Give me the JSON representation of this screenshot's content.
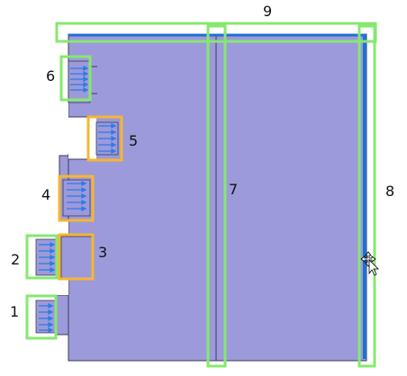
{
  "colors": {
    "body_fill": "#9C9ADB",
    "body_stroke": "#3D3D57",
    "edge_blue": "#1F6FD6",
    "arrow_blue": "#2E7BE6",
    "green_box": "#86E86F",
    "orange_box": "#F5B731"
  },
  "labels": {
    "l1": "1",
    "l2": "2",
    "l3": "3",
    "l4": "4",
    "l5": "5",
    "l6": "6",
    "l7": "7",
    "l8": "8",
    "l9": "9"
  },
  "cursor_icon": "move-cursor-icon"
}
